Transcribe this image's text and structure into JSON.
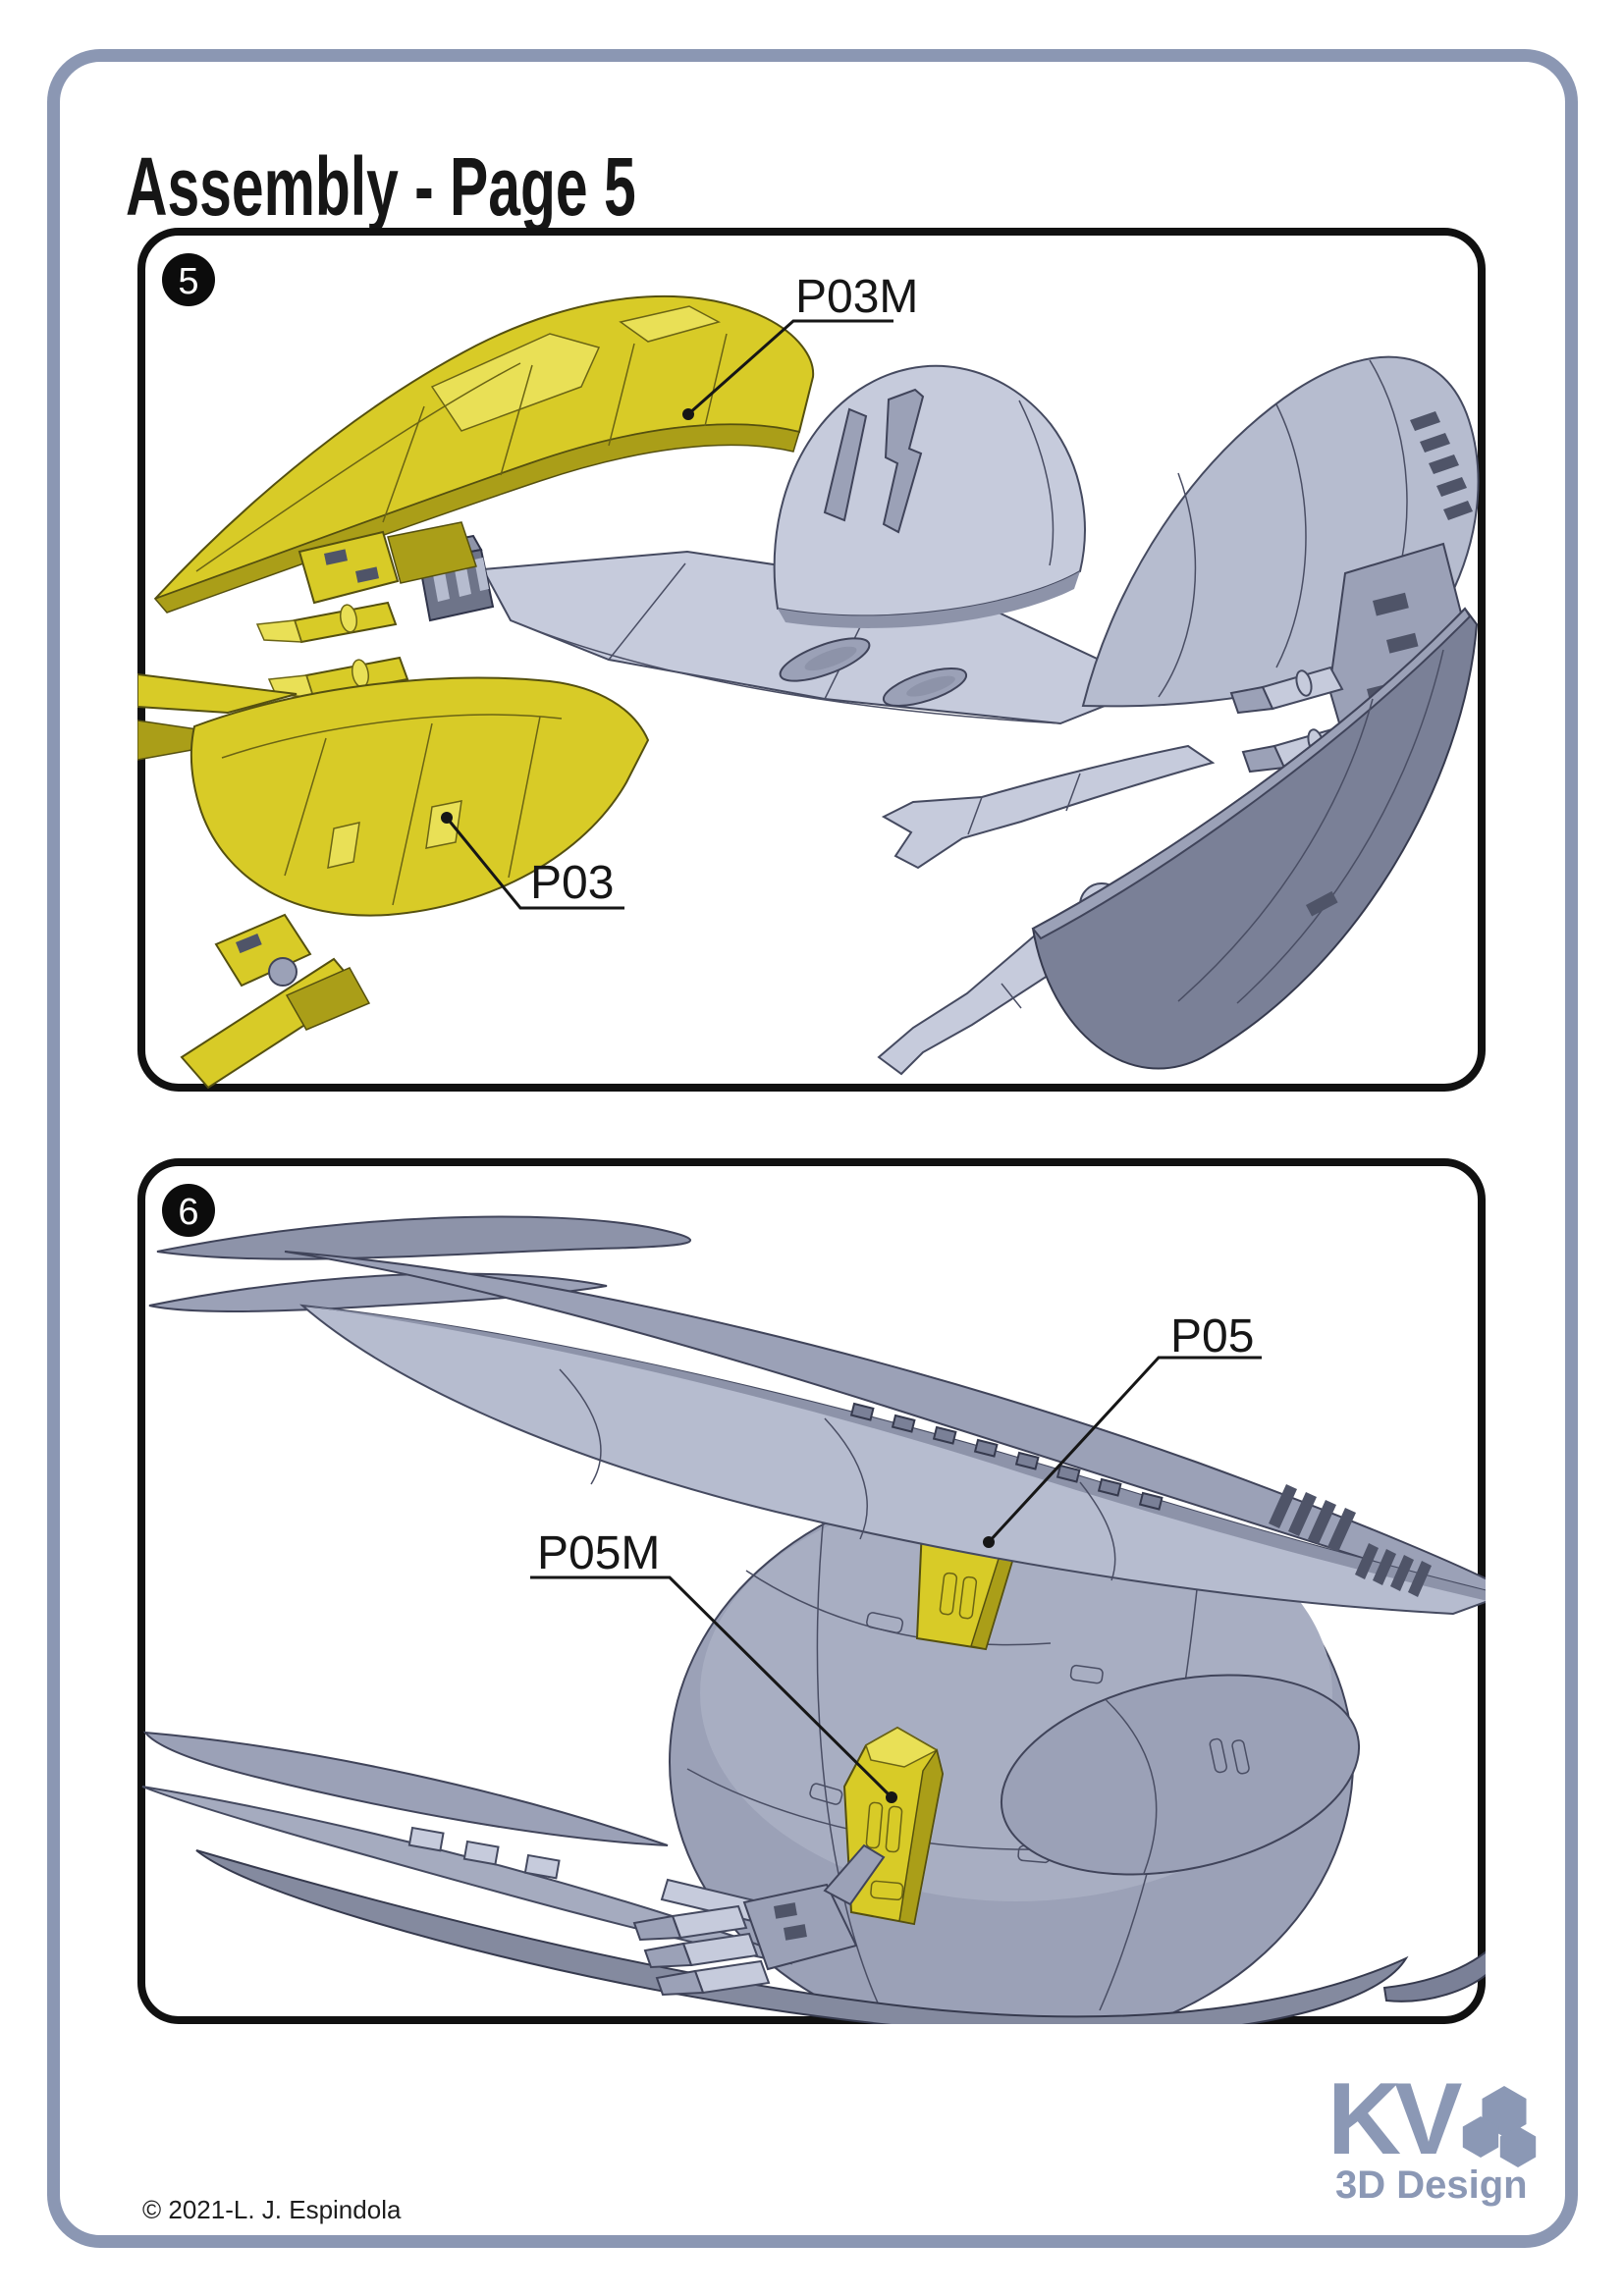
{
  "page": {
    "title": "Assembly - Page 5",
    "copyright": "© 2021-L. J. Espindola",
    "background": "#ffffff",
    "frame_border_color": "#8b97b3"
  },
  "steps": [
    {
      "number": "5",
      "parts": [
        {
          "label": "P03M",
          "highlight_color": "#d8cb27"
        },
        {
          "label": "P03",
          "highlight_color": "#d8cb27"
        }
      ]
    },
    {
      "number": "6",
      "parts": [
        {
          "label": "P05",
          "highlight_color": "#d8cb27"
        },
        {
          "label": "P05M",
          "highlight_color": "#d8cb27"
        }
      ]
    }
  ],
  "logo": {
    "brand": "KV",
    "subtitle": "3D Design",
    "color": "#8b98b5"
  },
  "colors": {
    "highlight_part_yellow": "#d8cb27",
    "model_gray_light": "#c6cbdc",
    "model_gray_dark": "#7a8097",
    "panel_border": "#111111"
  }
}
